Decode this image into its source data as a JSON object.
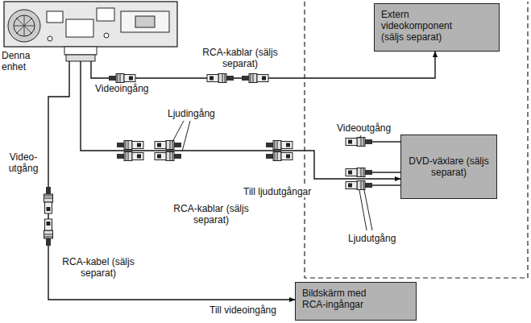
{
  "diagram": {
    "nodes": [
      {
        "text": [
          "Denna enhet"
        ]
      },
      {
        "text": [
          "Extern videokomponent (säljs separat)"
        ]
      },
      {
        "text": [
          "DVD-växlare (säljs separat)"
        ]
      },
      {
        "text": [
          "Bildskärm med RCA-ingångar"
        ]
      }
    ],
    "edges": [
      {
        "from": 0,
        "to": 1,
        "arrow": "to"
      },
      {
        "from": 0,
        "to": 2,
        "arrow": "both",
        "label": "Till ljudutgångar"
      },
      {
        "from": 0,
        "to": 3,
        "arrow": "both",
        "label": "Till videoingång"
      }
    ],
    "labels": [
      "Videoingång",
      "RCA-kablar (säljs separat)",
      "Ljudingång",
      "RCA-kablar (säljs separat)",
      "Video- utgång",
      "RCA-kabel (säljs separat)",
      "Videoutgång",
      "Ljudutgång"
    ]
  }
}
